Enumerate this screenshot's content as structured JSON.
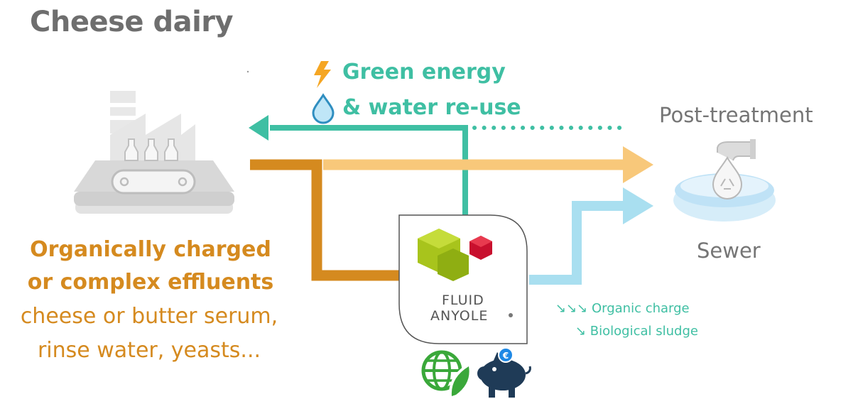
{
  "title": "Cheese dairy",
  "top_labels": {
    "green_energy": "Green energy",
    "water_reuse": "& water re-use"
  },
  "destinations": {
    "post_treatment": "Post-treatment",
    "sewer": "Sewer"
  },
  "source": {
    "line1": "Organically charged",
    "line2": "or complex effluents",
    "line3": "cheese or butter serum,",
    "line4": "rinse water, yeasts..."
  },
  "reductions": {
    "organic_charge": "↘↘↘ Organic charge",
    "biological_sludge": "↘ Biological sludge"
  },
  "brand": {
    "line1": "FLUID",
    "line2": "ANYOLE"
  },
  "colors": {
    "teal": "#3fbfa3",
    "orange_dark": "#d58a1f",
    "orange_light": "#f8c87a",
    "light_blue": "#a9dff0",
    "lime": "#a8c41c",
    "red": "#c8102e",
    "grey_title": "#6e6e6e",
    "navy": "#1f3b57",
    "eco_green": "#3aa83a"
  },
  "icons": [
    "lightning-icon",
    "water-drop-icon",
    "factory-icon",
    "basin-icon",
    "hexagon-logo-icon",
    "globe-leaf-icon",
    "piggy-bank-icon",
    "euro-coin-icon"
  ]
}
